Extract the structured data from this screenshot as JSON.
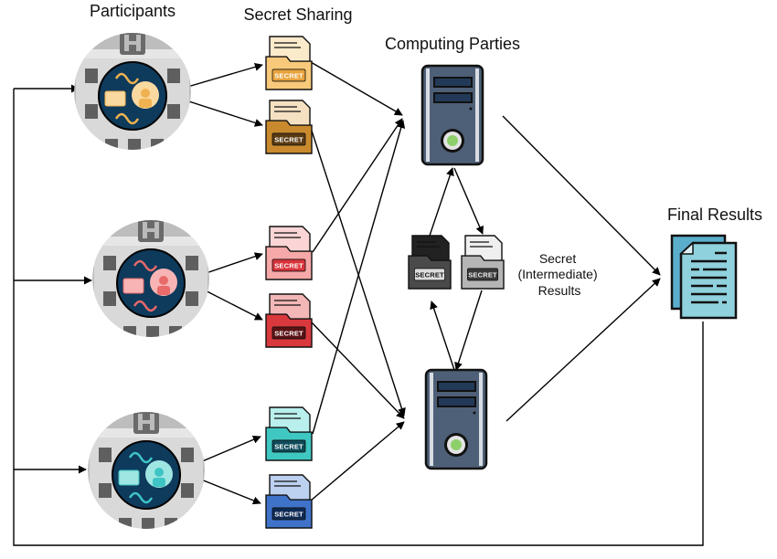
{
  "headers": {
    "participants": "Participants",
    "secret_sharing": "Secret Sharing",
    "computing_parties": "Computing Parties",
    "final_results": "Final Results"
  },
  "intermediate_label": [
    "Secret",
    "(Intermediate)",
    "Results"
  ],
  "secret_tag": "SECRET",
  "participants": [
    {
      "name": "hospital-orange",
      "theme": "orange",
      "accent": "#F0B250",
      "light": "#F9D9A0"
    },
    {
      "name": "hospital-red",
      "theme": "red",
      "accent": "#E86A6A",
      "light": "#F8B4B4"
    },
    {
      "name": "hospital-teal",
      "theme": "teal",
      "accent": "#3EC4C4",
      "light": "#9FE6E2"
    }
  ],
  "shares": [
    {
      "participant": 0,
      "color": "#F8C97A",
      "paper": "#FCEBCB",
      "tag": "#E8A33C",
      "to_server": 0
    },
    {
      "participant": 0,
      "color": "#C98A2E",
      "paper": "#F5E1C2",
      "tag": "#5A3A12",
      "to_server": 1
    },
    {
      "participant": 1,
      "color": "#F7A8A8",
      "paper": "#FBD5D5",
      "tag": "#D8333A",
      "to_server": 0
    },
    {
      "participant": 1,
      "color": "#D9383C",
      "paper": "#F3B7B7",
      "tag": "#5C1214",
      "to_server": 1
    },
    {
      "participant": 2,
      "color": "#3FC7C2",
      "paper": "#B9EFEC",
      "tag": "#0E4B5A",
      "to_server": 0
    },
    {
      "participant": 2,
      "color": "#3F72C9",
      "paper": "#BCD0F0",
      "tag": "#0E2A55",
      "to_server": 1
    }
  ],
  "intermediate_shares": [
    {
      "color": "#4A4A4A",
      "paper": "#222222",
      "tag": "#DDDDDD",
      "tag_text": "#111111"
    },
    {
      "color": "#B5B5B5",
      "paper": "#EFEFEF",
      "tag": "#3A3A3A",
      "tag_text": "#EEEEEE"
    }
  ],
  "servers": [
    {
      "name": "computing-party-1",
      "body": "#4E6077",
      "led": "#8DCF6A"
    },
    {
      "name": "computing-party-2",
      "body": "#4E6077",
      "led": "#8DCF6A"
    }
  ],
  "final_doc": {
    "front": "#8FD1DD",
    "back": "#5BAECB"
  }
}
